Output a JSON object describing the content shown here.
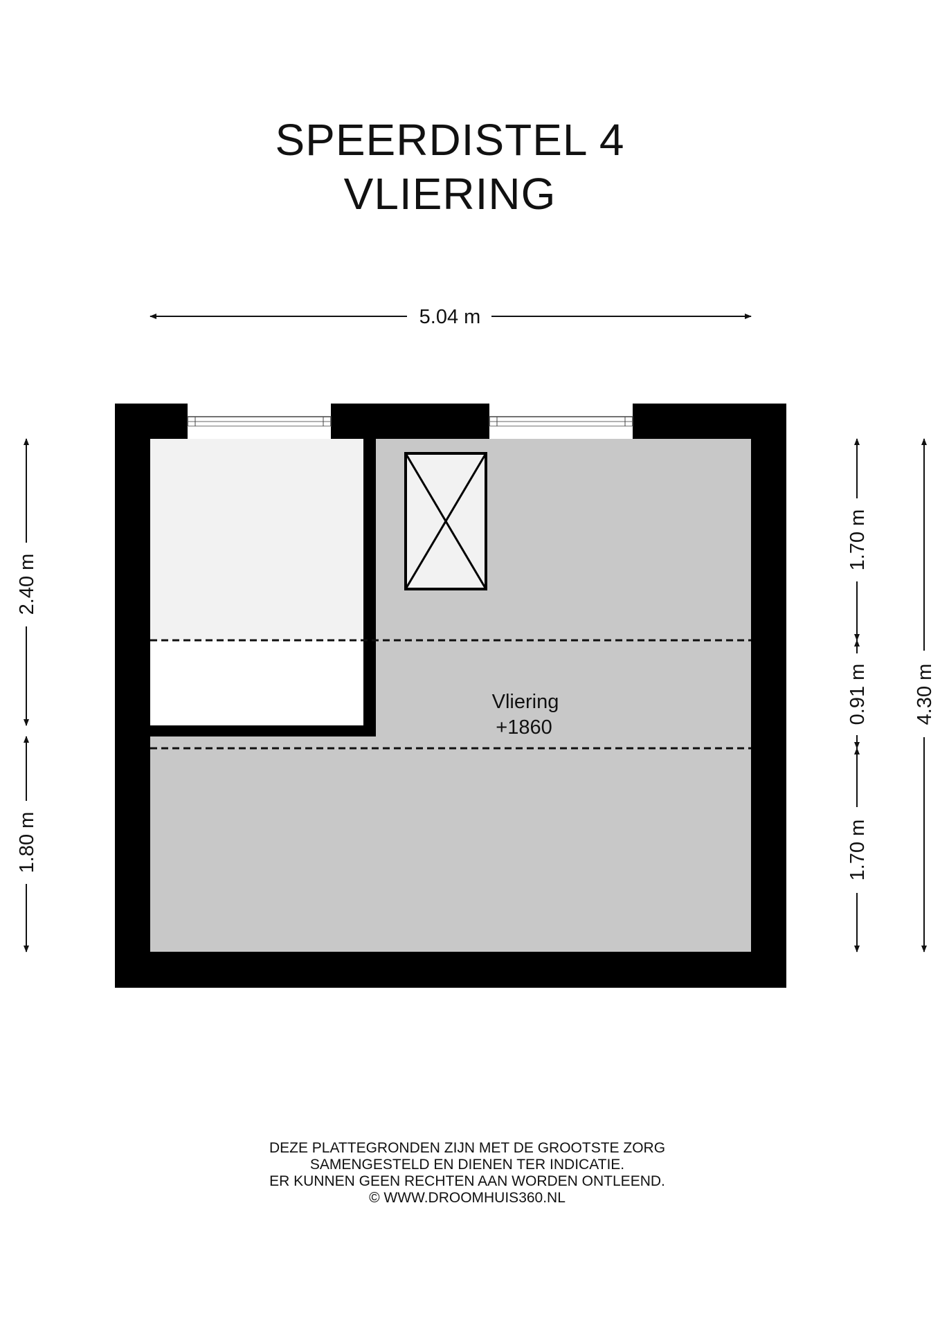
{
  "title": {
    "line1": "SPEERDISTEL 4",
    "line2": "VLIERING"
  },
  "dimensions": {
    "width_top": "5.04 m",
    "left_upper": "2.40 m",
    "left_lower": "1.80 m",
    "right_upper": "1.70 m",
    "right_middle": "0.91 m",
    "right_lower": "1.70 m",
    "right_total": "4.30 m"
  },
  "room": {
    "name": "Vliering",
    "level": "+1860"
  },
  "colors": {
    "wall": "#000000",
    "floor": "#c8c8c8",
    "storage": "#f2f2f2",
    "background": "#ffffff"
  },
  "disclaimer": {
    "line1": "DEZE PLATTEGRONDEN ZIJN MET DE GROOTSTE ZORG",
    "line2": "SAMENGESTELD EN DIENEN TER INDICATIE.",
    "line3": "ER KUNNEN GEEN RECHTEN AAN WORDEN ONTLEEND.",
    "line4": "© WWW.DROOMHUIS360.NL"
  }
}
